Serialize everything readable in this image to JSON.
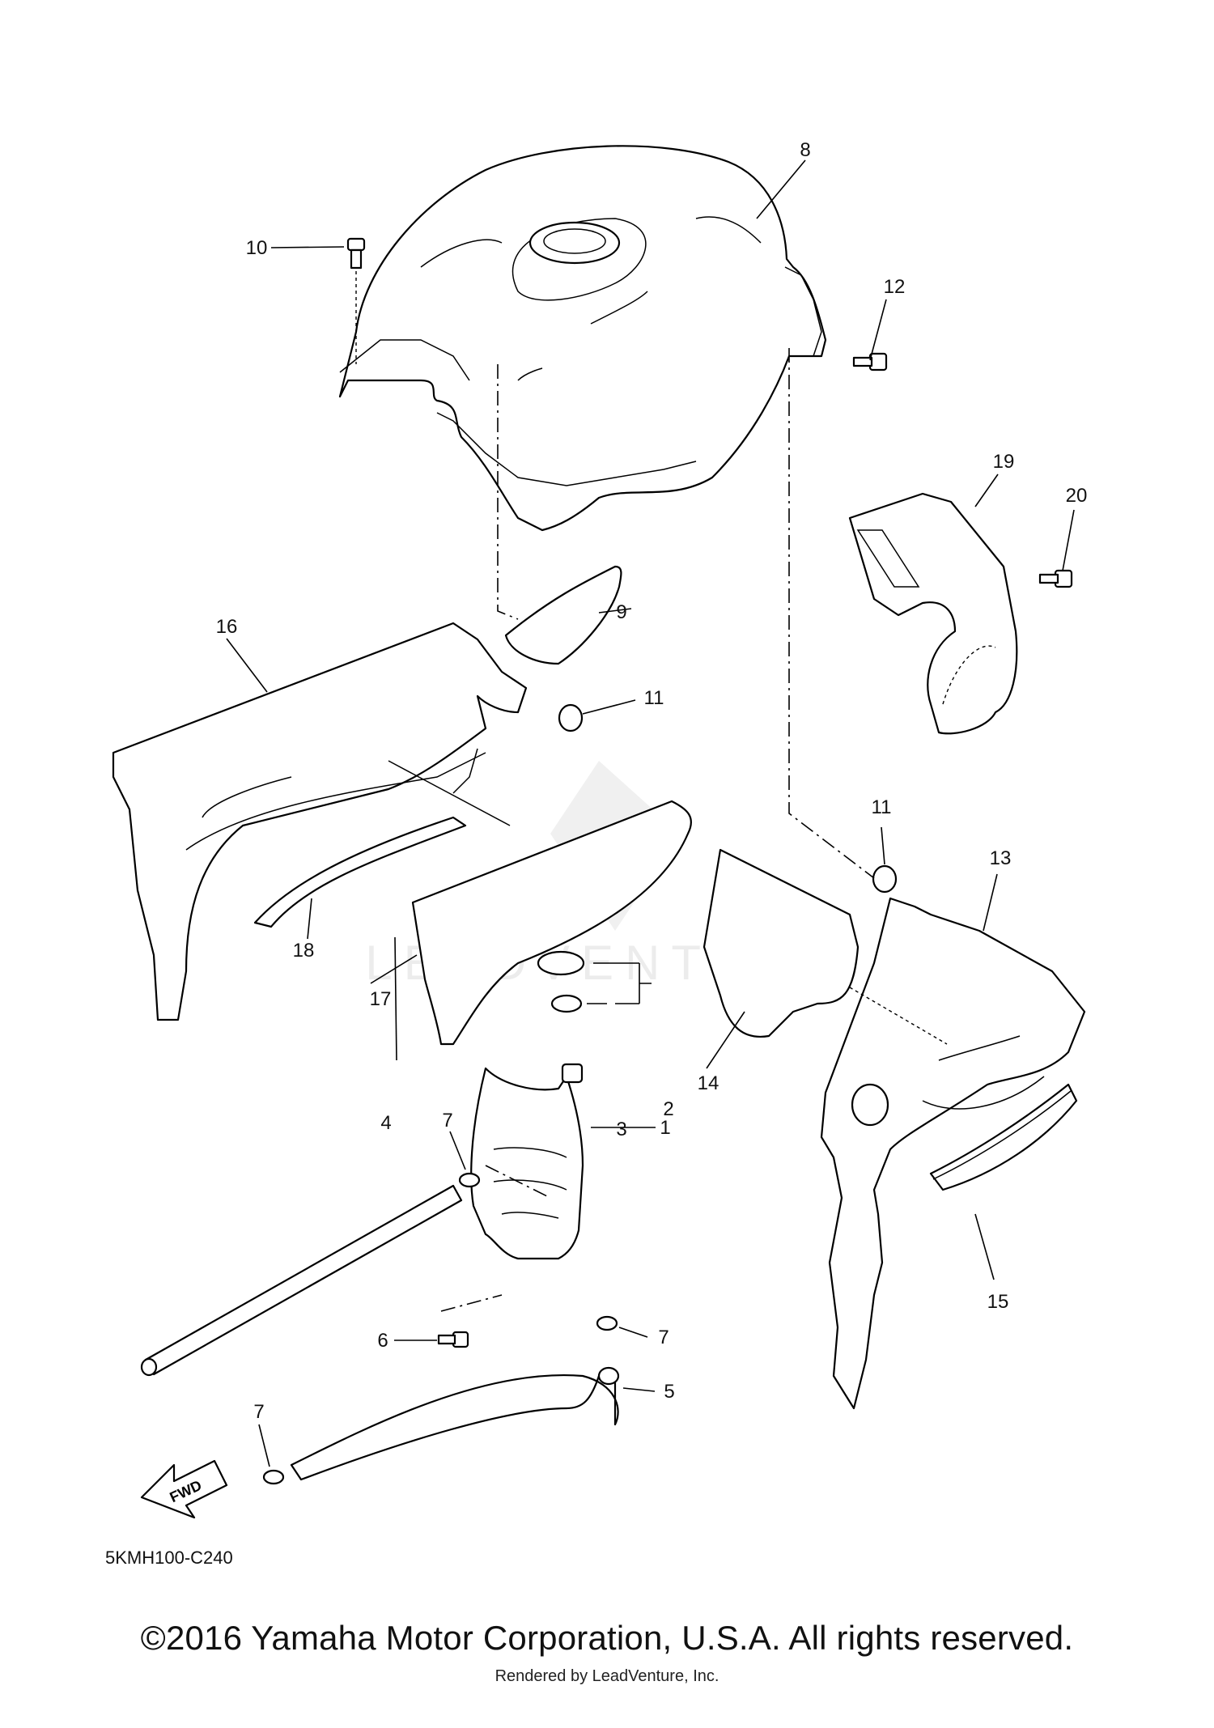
{
  "diagram": {
    "callouts": {
      "c1": "1",
      "c2": "2",
      "c3": "3",
      "c4": "4",
      "c5": "5",
      "c6": "6",
      "c7a": "7",
      "c7b": "7",
      "c7c": "7",
      "c8": "8",
      "c9": "9",
      "c10": "10",
      "c11a": "11",
      "c11b": "11",
      "c12": "12",
      "c13": "13",
      "c14": "14",
      "c15": "15",
      "c16": "16",
      "c17": "17",
      "c18": "18",
      "c19": "19",
      "c20": "20"
    },
    "fwd_label": "FWD",
    "drawing_code": "5KMH100-C240",
    "watermark": "LEADVENTURE"
  },
  "footer": {
    "copyright": "©2016 Yamaha Motor Corporation, U.S.A. All rights reserved.",
    "rendered_by": "Rendered by LeadVenture, Inc."
  }
}
